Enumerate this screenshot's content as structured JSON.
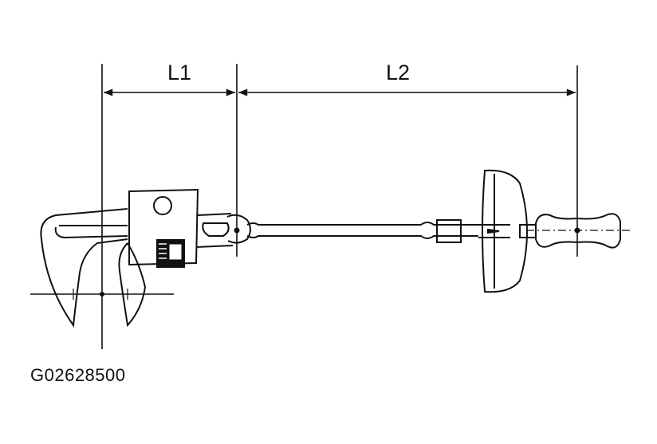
{
  "dimensions": {
    "l1_label": "L1",
    "l2_label": "L2"
  },
  "figure_id": "G02628500",
  "colors": {
    "ink": "#111111",
    "paper": "#ffffff"
  }
}
